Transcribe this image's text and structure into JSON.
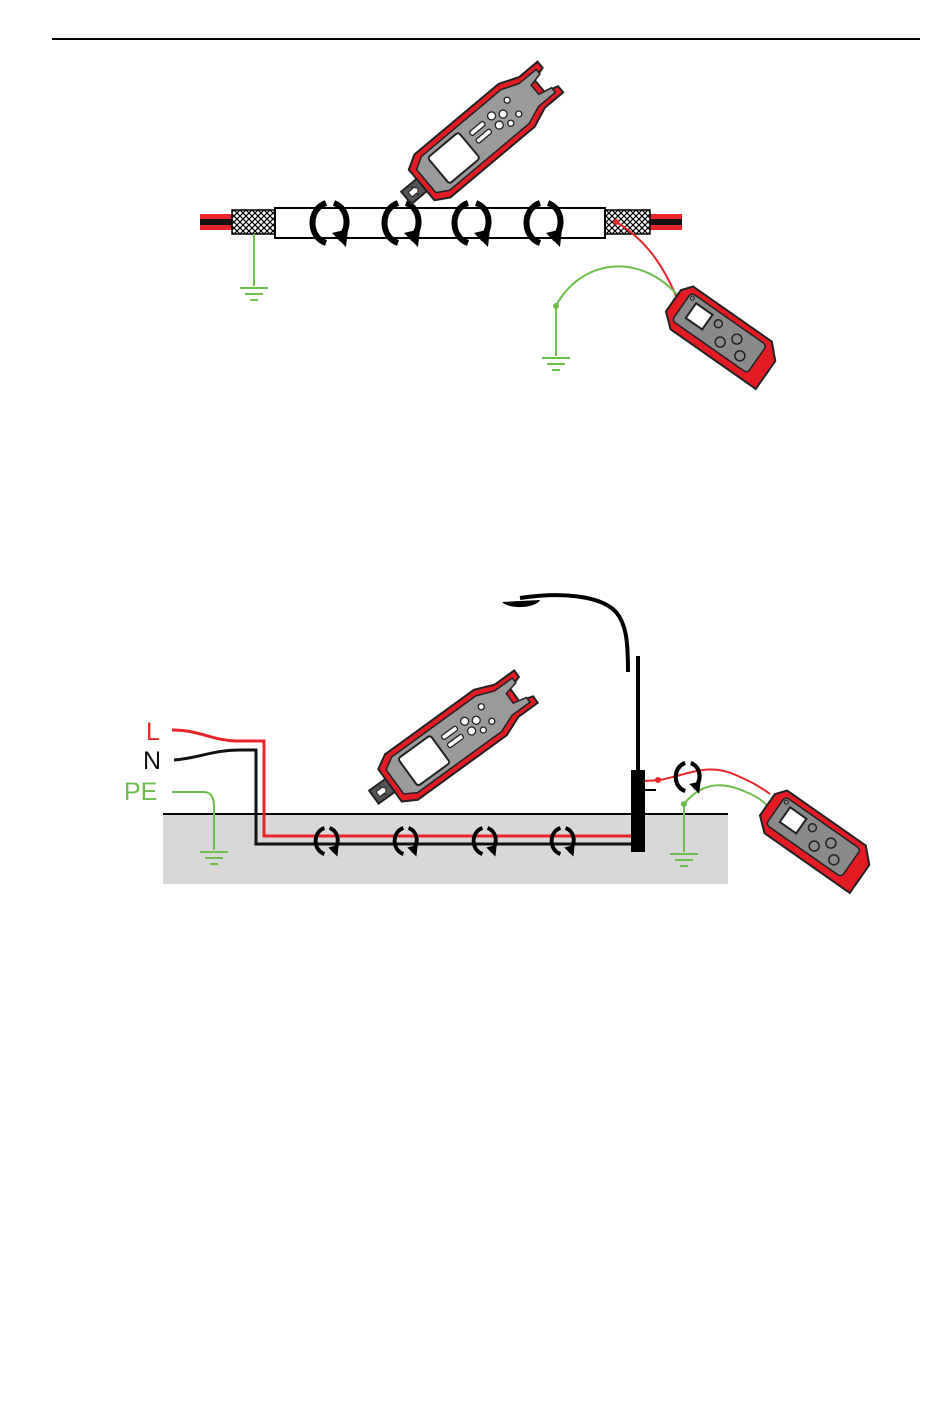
{
  "colors": {
    "live": "#e8262a",
    "neutral": "#111111",
    "earth": "#6dbe4b",
    "device_red": "#e31b23",
    "device_grey": "#8a8a8a",
    "device_dark": "#555555",
    "ground_fill": "#d8d8d8"
  },
  "icons": {
    "receiver": "clamp-receiver-icon",
    "transmitter": "transmitter-icon",
    "earth": "earth-ground-icon",
    "signal": "signal-loop-icon",
    "street_light": "street-light-icon"
  },
  "diagram2": {
    "labels": {
      "live": "L",
      "neutral": "N",
      "earth": "PE"
    }
  }
}
